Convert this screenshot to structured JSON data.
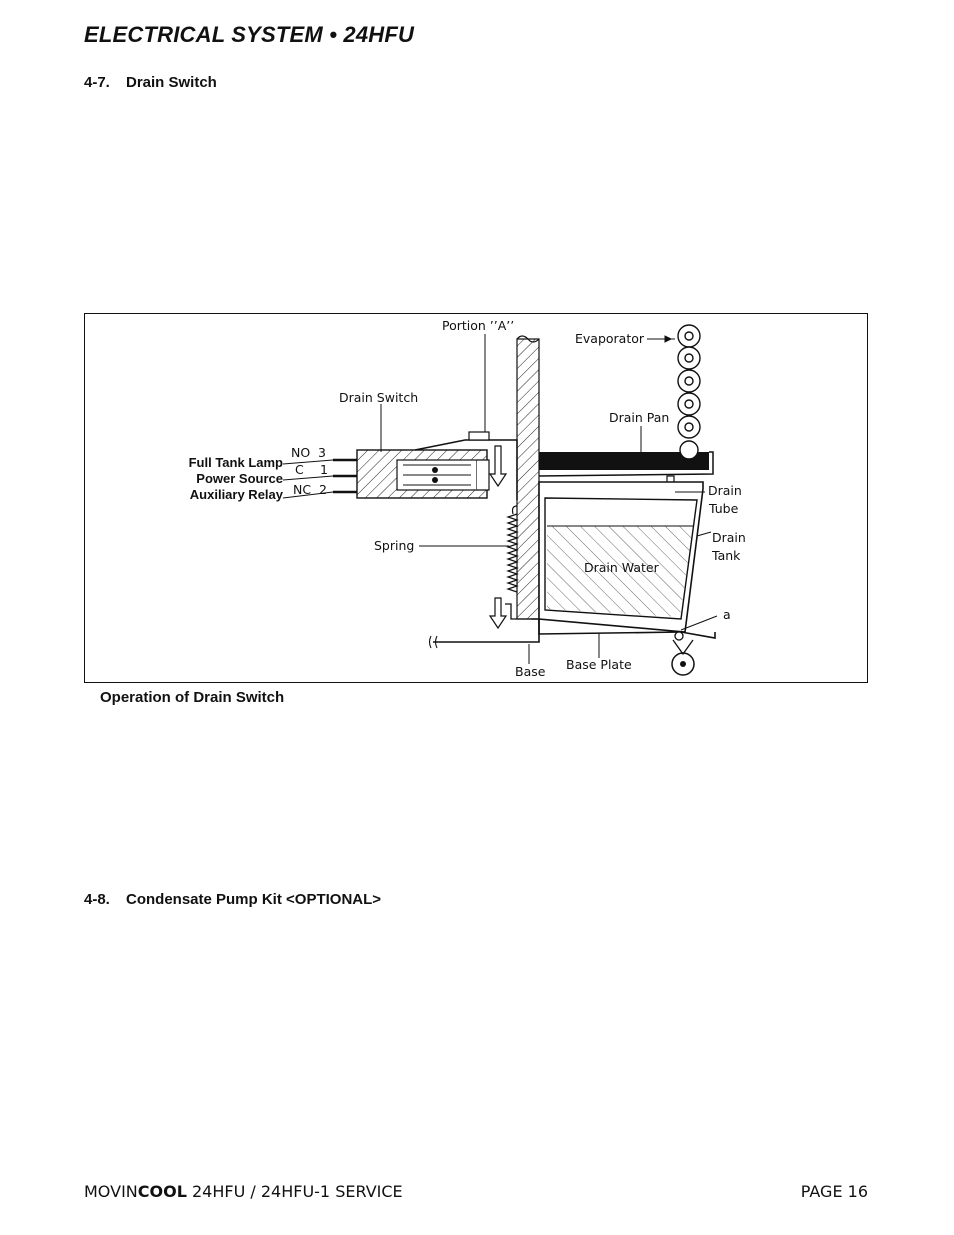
{
  "header": {
    "title": "ELECTRICAL SYSTEM • 24HFU"
  },
  "sections": [
    {
      "number": "4-7.",
      "title": "Drain Switch"
    },
    {
      "number": "4-8.",
      "title": "Condensate Pump Kit <OPTIONAL>"
    }
  ],
  "figure": {
    "caption": "Operation of Drain Switch",
    "labels": {
      "portion_a": "Portion ’’A’’",
      "evaporator": "Evaporator",
      "drain_switch": "Drain Switch",
      "drain_pan": "Drain Pan",
      "full_tank_lamp": "Full Tank Lamp",
      "power_source": "Power Source",
      "auxiliary_relay": "Auxiliary Relay",
      "no": "NO",
      "c": "C",
      "nc": "NC",
      "t3": "3",
      "t1": "1",
      "t2": "2",
      "drain": "Drain",
      "tube": "Tube",
      "drain2": "Drain",
      "tank": "Tank",
      "spring": "Spring",
      "drain_water": "Drain Water",
      "a": "a",
      "base": "Base",
      "base_plate": "Base Plate"
    }
  },
  "footer": {
    "brand_regular": "MOVIN",
    "brand_bold": "COOL",
    "model": " 24HFU / 24HFU-1 SERVICE",
    "page": "PAGE 16"
  }
}
